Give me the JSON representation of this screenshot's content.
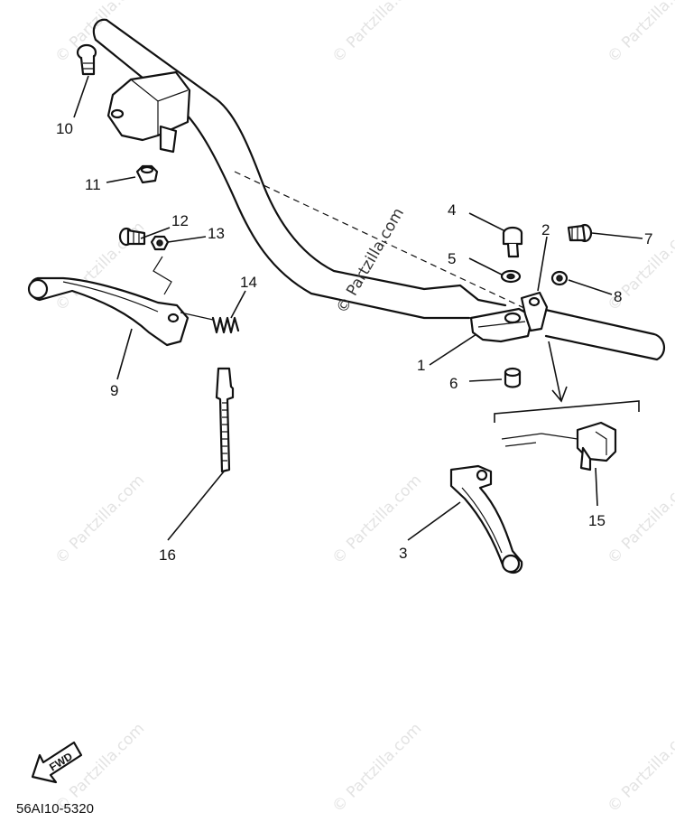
{
  "watermark": "© Partzilla.com",
  "diagram_code": "56AI10-5320",
  "fwd_label": "FWD",
  "callouts": [
    "1",
    "2",
    "3",
    "4",
    "5",
    "6",
    "7",
    "8",
    "9",
    "10",
    "11",
    "12",
    "13",
    "14",
    "15",
    "16"
  ]
}
